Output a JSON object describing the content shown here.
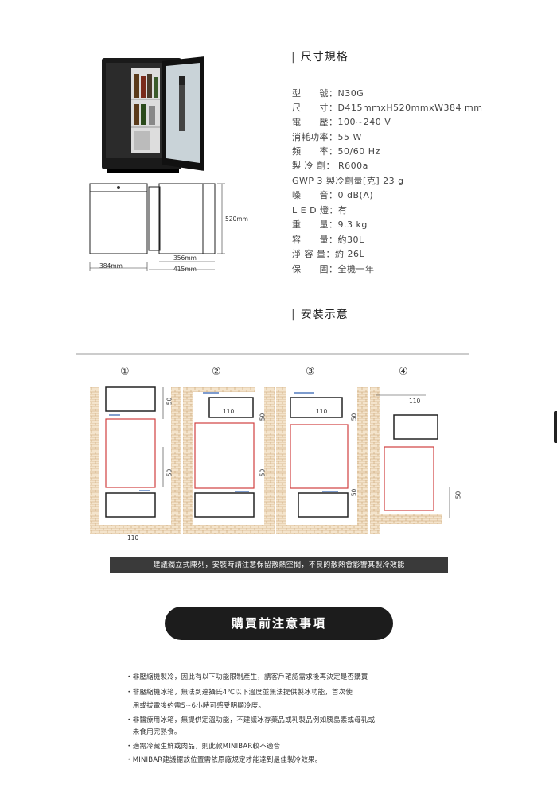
{
  "spec_section": {
    "title": "尺寸規格",
    "rows": [
      {
        "label": "型　　號",
        "value": "N30G"
      },
      {
        "label": "尺　　寸",
        "value": "D415mmxH520mmxW384 mm"
      },
      {
        "label": "電　　壓",
        "value": "100~240 V"
      },
      {
        "label": "消耗功率",
        "value": "55 W"
      },
      {
        "label": "頻　　率",
        "value": "50/60 Hz"
      },
      {
        "label": "製 冷 劑",
        "value": " R600a"
      },
      {
        "label": "GWP 3 製冷劑量[克]",
        "value": "23 g"
      },
      {
        "label": "噪　　音",
        "value": "0 dB(A)"
      },
      {
        "label": "L E D 燈",
        "value": "有"
      },
      {
        "label": "重　　量",
        "value": "9.3 kg"
      },
      {
        "label": "容　　量",
        "value": "約30L"
      },
      {
        "label": "淨 容 量",
        "value": "約 26L"
      },
      {
        "label": "保　　固",
        "value": "全機一年"
      }
    ]
  },
  "dimension_drawing": {
    "width_label": "384mm",
    "depth_label": "415mm",
    "inner_depth_label": "356mm",
    "height_label": "520mm"
  },
  "install_section": {
    "title": "安裝示意",
    "steps": [
      "①",
      "②",
      "③",
      "④"
    ],
    "clearance_labels": {
      "fifty": "50",
      "one_ten": "110"
    },
    "warning": "建議獨立式陳列，安裝時請注意保留散熱空間，不良的散熱會影響其製冷效能"
  },
  "notes_section": {
    "title": "購買前注意事項",
    "items": [
      "・非壓縮機製冷，因此有以下功能限制產生，請客戶確認需求後再決定是否購買",
      "・非壓縮機冰箱，無法到達攝氏4℃以下溫度並無法提供製冰功能，首次使",
      "　用或拔電後約需5~6小時可感受明顯冷度。",
      "・非醫療用冰箱，無提供定溫功能，不建議冰存藥品或乳製品例如胰島素或母乳或",
      "　未食用完熟食。",
      "・適需冷藏生鮮或肉品，則此款MINIBAR較不適合",
      "・MINIBAR建議擺放位置需依原廠規定才能達到最佳製冷效果。"
    ]
  },
  "colors": {
    "brick": "#c8a070",
    "frame": "#d04040",
    "arrow_blue": "#3060b0",
    "pill_bg": "#1c1c1c",
    "warn_bg": "#3a3a3a"
  }
}
